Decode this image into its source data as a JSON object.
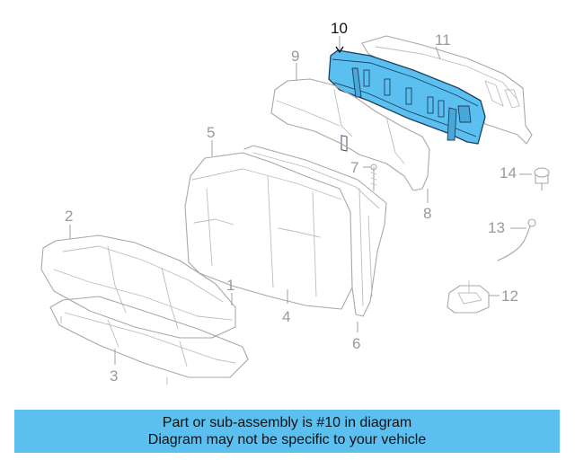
{
  "diagram": {
    "highlight_color": "#5bc0f0",
    "callouts": {
      "p1": "1",
      "p2": "2",
      "p3": "3",
      "p4": "4",
      "p5": "5",
      "p6": "6",
      "p7": "7",
      "p8": "8",
      "p9": "9",
      "p10": "10",
      "p11": "11",
      "p12": "12",
      "p13": "13",
      "p14": "14"
    }
  },
  "banner": {
    "line1": "Part or sub-assembly is #10 in diagram",
    "line2": "Diagram may not be specific to your vehicle",
    "color": "#5bc0f0"
  }
}
